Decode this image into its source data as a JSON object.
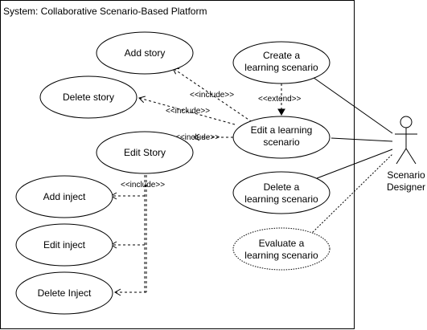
{
  "system": {
    "title": "System: Collaborative Scenario-Based Platform"
  },
  "actor": {
    "name_line1": "Scenario",
    "name_line2": "Designer"
  },
  "use_cases": {
    "add_story": {
      "text": "Add story"
    },
    "delete_story": {
      "text": "Delete story"
    },
    "edit_story": {
      "text": "Edit Story"
    },
    "add_inject": {
      "text": "Add inject"
    },
    "edit_inject": {
      "text": "Edit inject"
    },
    "delete_inject": {
      "text": "Delete Inject"
    },
    "create_ls": {
      "line1": "Create a",
      "line2": "learning scenario"
    },
    "edit_ls": {
      "line1": "Edit a learning",
      "line2": "scenario"
    },
    "delete_ls": {
      "line1": "Delete a",
      "line2": "learning scenario"
    },
    "evaluate_ls": {
      "line1": "Evaluate a",
      "line2": "learning scenario"
    }
  },
  "relations": {
    "include_add_story": "<<include>>",
    "include_delete_story": "<<include>>",
    "include_edit_story": "<<include>>",
    "include_injects": "<<include>>",
    "extend_create": "<<extend>>"
  },
  "colors": {
    "stroke": "#000000",
    "fill": "#ffffff"
  }
}
